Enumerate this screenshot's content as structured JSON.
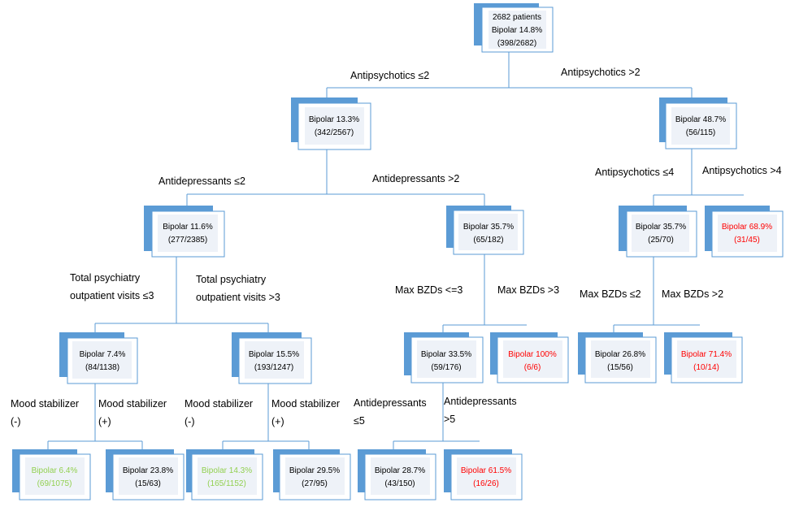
{
  "colors": {
    "node_fill": "#5b9bd5",
    "black": "#000000",
    "green": "#92d050",
    "red": "#ff0000"
  },
  "nodes": {
    "root": {
      "title": "2682 patients",
      "line1": "Bipolar  14.8%",
      "line2": "(398/2682)",
      "color": "black"
    },
    "n_ap_le2": {
      "line1": "Bipolar  13.3%",
      "line2": "(342/2567)",
      "color": "black"
    },
    "n_ap_gt2": {
      "line1": "Bipolar  48.7%",
      "line2": "(56/115)",
      "color": "black"
    },
    "n_ad_le2": {
      "line1": "Bipolar  11.6%",
      "line2": "(277/2385)",
      "color": "black"
    },
    "n_ad_gt2": {
      "line1": "Bipolar  35.7%",
      "line2": "(65/182)",
      "color": "black"
    },
    "n_ap_le4": {
      "line1": "Bipolar  35.7%",
      "line2": "(25/70)",
      "color": "black"
    },
    "n_ap_gt4": {
      "line1": "Bipolar  68.9%",
      "line2": "(31/45)",
      "color": "red"
    },
    "n_visits_le3": {
      "line1": "Bipolar  7.4%",
      "line2": "(84/1138)",
      "color": "black"
    },
    "n_visits_gt3": {
      "line1": "Bipolar  15.5%",
      "line2": "(193/1247)",
      "color": "black"
    },
    "n_bzd_le3": {
      "line1": "Bipolar  33.5%",
      "line2": "(59/176)",
      "color": "black"
    },
    "n_bzd_gt3": {
      "line1": "Bipolar  100%",
      "line2": "(6/6)",
      "color": "red"
    },
    "n_bzd_le2": {
      "line1": "Bipolar  26.8%",
      "line2": "(15/56)",
      "color": "black"
    },
    "n_bzd_gt2": {
      "line1": "Bipolar  71.4%",
      "line2": "(10/14)",
      "color": "red"
    },
    "n_ms_neg_a": {
      "line1": "Bipolar  6.4%",
      "line2": "(69/1075)",
      "color": "green"
    },
    "n_ms_pos_a": {
      "line1": "Bipolar  23.8%",
      "line2": "(15/63)",
      "color": "black"
    },
    "n_ms_neg_b": {
      "line1": "Bipolar  14.3%",
      "line2": "(165/1152)",
      "color": "green"
    },
    "n_ms_pos_b": {
      "line1": "Bipolar  29.5%",
      "line2": "(27/95)",
      "color": "black"
    },
    "n_ad_le5": {
      "line1": "Bipolar  28.7%",
      "line2": "(43/150)",
      "color": "black"
    },
    "n_ad_gt5": {
      "line1": "Bipolar  61.5%",
      "line2": "(16/26)",
      "color": "red"
    }
  },
  "labels": {
    "ap_le2": "Antipsychotics  ≤2",
    "ap_gt2": "Antipsychotics  >2",
    "ad_le2": "Antidepressants  ≤2",
    "ad_gt2": "Antidepressants  >2",
    "ap_le4": "Antipsychotics  ≤4",
    "ap_gt4": "Antipsychotics  >4",
    "visits_le3_l1": "Total psychiatry",
    "visits_le3_l2": "outpatient visits ≤3",
    "visits_gt3_l1": "Total psychiatry",
    "visits_gt3_l2": "outpatient visits >3",
    "bzd_le3": "Max BZDs <=3",
    "bzd_gt3": "Max BZDs >3",
    "bzd_le2": "Max BZDs ≤2",
    "bzd_gt2": "Max BZDs >2",
    "ms_neg_a_l1": "Mood stabilizer",
    "ms_neg_a_l2": "(-)",
    "ms_pos_a_l1": "Mood stabilizer",
    "ms_pos_a_l2": "(+)",
    "ms_neg_b_l1": "Mood stabilizer",
    "ms_neg_b_l2": "(-)",
    "ms_pos_b_l1": "Mood stabilizer",
    "ms_pos_b_l2": "(+)",
    "ad_le5_l1": "Antidepressants",
    "ad_le5_l2": "≤5",
    "ad_gt5_l1": "Antidepressants",
    "ad_gt5_l2": ">5"
  }
}
